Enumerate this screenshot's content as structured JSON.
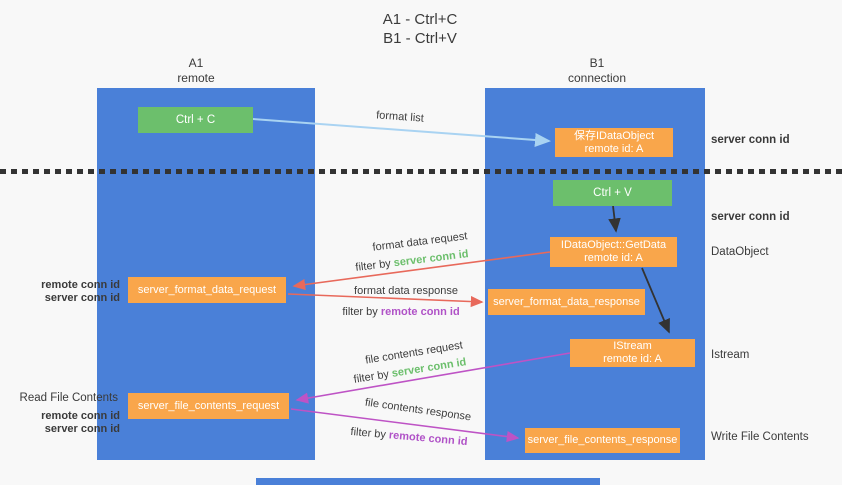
{
  "colors": {
    "lane_blue": "#4A80D8",
    "node_green": "#6CBF6C",
    "node_orange": "#F9A64B",
    "arrow_red": "#E8695B",
    "arrow_magenta": "#BE53C5",
    "arrow_lightblue": "#A9D3F2",
    "arrow_black": "#333333",
    "text_green": "#6CBF6C",
    "text_purple": "#B052C7"
  },
  "title": {
    "line1": "A1 - Ctrl+C",
    "line2": "B1 - Ctrl+V"
  },
  "lanes": {
    "left": {
      "id": "A1",
      "name": "remote"
    },
    "right": {
      "id": "B1",
      "name": "connection"
    }
  },
  "nodes": {
    "ctrl_c": {
      "label": "Ctrl + C"
    },
    "save_dataobject": {
      "line1": "保存IDataObject",
      "line2": "remote id: A"
    },
    "ctrl_v": {
      "label": "Ctrl + V"
    },
    "getdata": {
      "line1": "IDataObject::GetData",
      "line2": "remote id: A"
    },
    "format_request": {
      "label": "server_format_data_request"
    },
    "format_response": {
      "label": "server_format_data_response"
    },
    "istream": {
      "line1": "IStream",
      "line2": "remote id: A"
    },
    "file_request": {
      "label": "server_file_contents_request"
    },
    "file_response": {
      "label": "server_file_contents_response"
    }
  },
  "edge_labels": {
    "format_list": "format list",
    "format_data_request": "format data request",
    "format_data_response": "format data response",
    "file_contents_request": "file contents request",
    "file_contents_response": "file contents response",
    "filter_by": "filter by",
    "server_conn_id": "server conn id",
    "remote_conn_id": "remote conn id"
  },
  "side_labels": {
    "server_conn_id_top": "server conn id",
    "server_conn_id_mid": "server conn id",
    "dataobject": "DataObject",
    "istream": "Istream",
    "write_file_contents": "Write File Contents",
    "remote_conn_id_format": "remote conn id",
    "server_conn_id_format": "server conn id",
    "read_file_contents": "Read File Contents",
    "remote_conn_id_file": "remote conn id",
    "server_conn_id_file": "server conn id"
  }
}
